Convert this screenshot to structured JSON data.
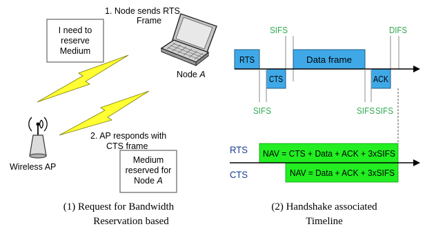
{
  "left_panel": {
    "step1_line1": "1. Node sends RTS",
    "step1_line2": "Frame",
    "reserve_box": [
      "I need to",
      "reserve",
      "Medium"
    ],
    "node_label_prefix": "Node ",
    "node_label_italic": "A",
    "ap_label": "Wireless AP",
    "step2_line1": "2. AP responds with",
    "step2_line2": "CTS frame",
    "reserved_box": [
      "Medium",
      "reserved for",
      "Node "
    ],
    "reserved_box_italic": "A",
    "caption_line1": "(1) Request for Bandwidth",
    "caption_line2": "Reservation based"
  },
  "timeline": {
    "sifs_top": "SIFS",
    "difs_top": "DIFS",
    "rts": "RTS",
    "cts": "CTS",
    "data_frame": "Data frame",
    "ack": "ACK",
    "sifs_bottom_1": "SIFS",
    "sifs_bottom_2": "SIFS",
    "sifs_bottom_3": "SIFS",
    "nav_rts_label": "RTS",
    "nav_cts_label": "CTS",
    "nav_rts_text": "NAV = CTS + Data + ACK + 3xSIFS",
    "nav_cts_text": "NAV = Data + ACK + 3xSIFS",
    "caption_line1": "(2) Handshake associated",
    "caption_line2": "Timeline"
  },
  "colors": {
    "frame_blue": "#3fa9e8",
    "sifs_green": "#2fa84f",
    "nav_green": "#22ee22",
    "bolt_yellow": "#ffff33",
    "label_blue": "#1a3d8f"
  }
}
